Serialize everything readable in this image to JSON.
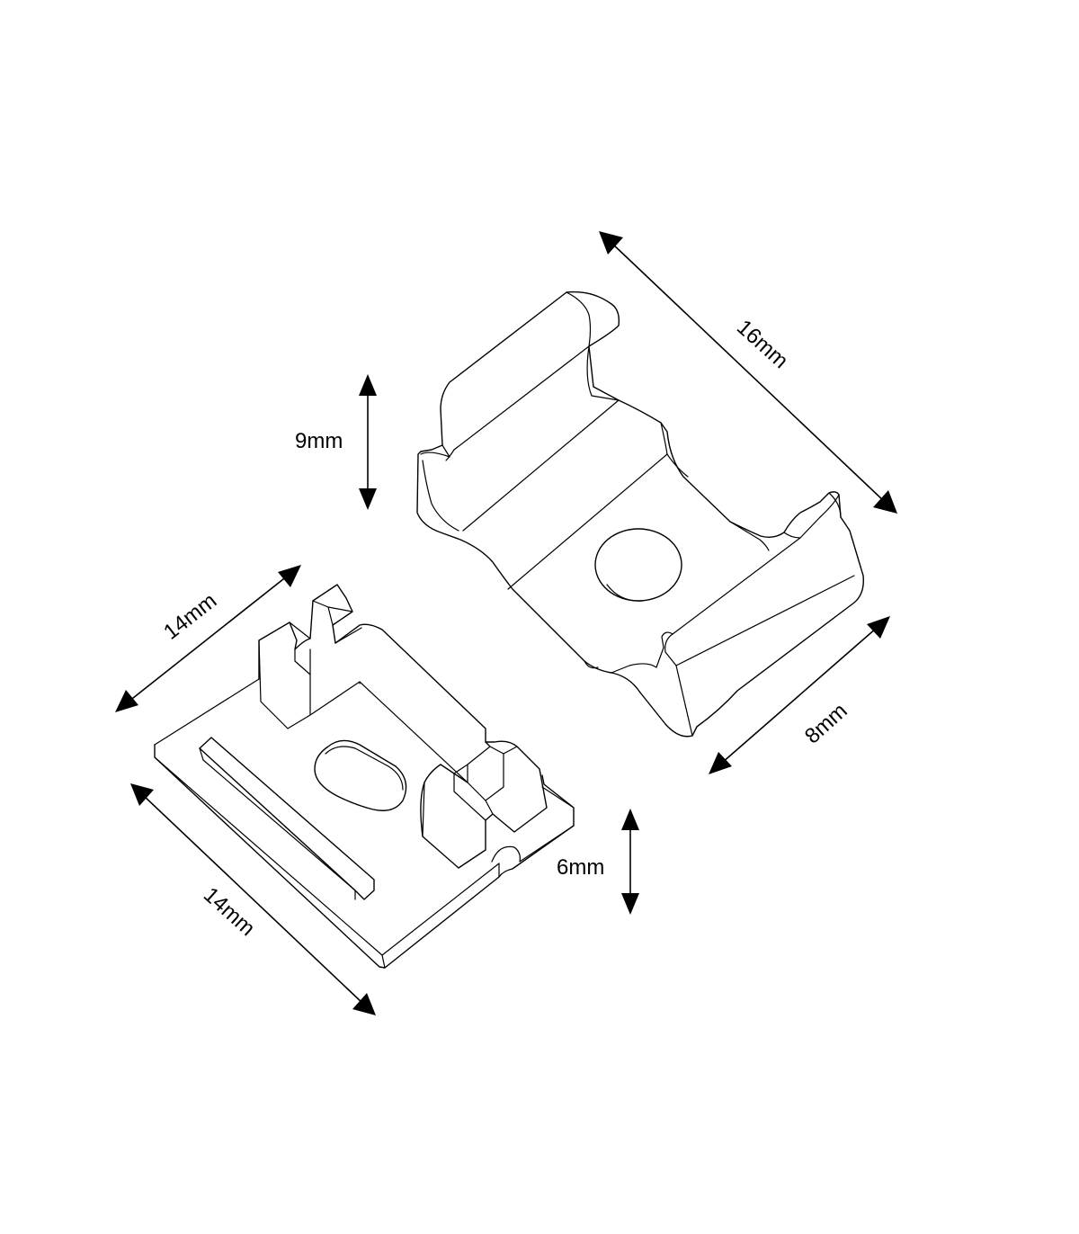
{
  "dimensions": {
    "clip_length": "16mm",
    "clip_height": "9mm",
    "clip_width": "8mm",
    "cap_depth": "14mm",
    "cap_width": "14mm",
    "cap_height": "6mm"
  },
  "colors": {
    "line": "#000000",
    "background": "#ffffff"
  }
}
